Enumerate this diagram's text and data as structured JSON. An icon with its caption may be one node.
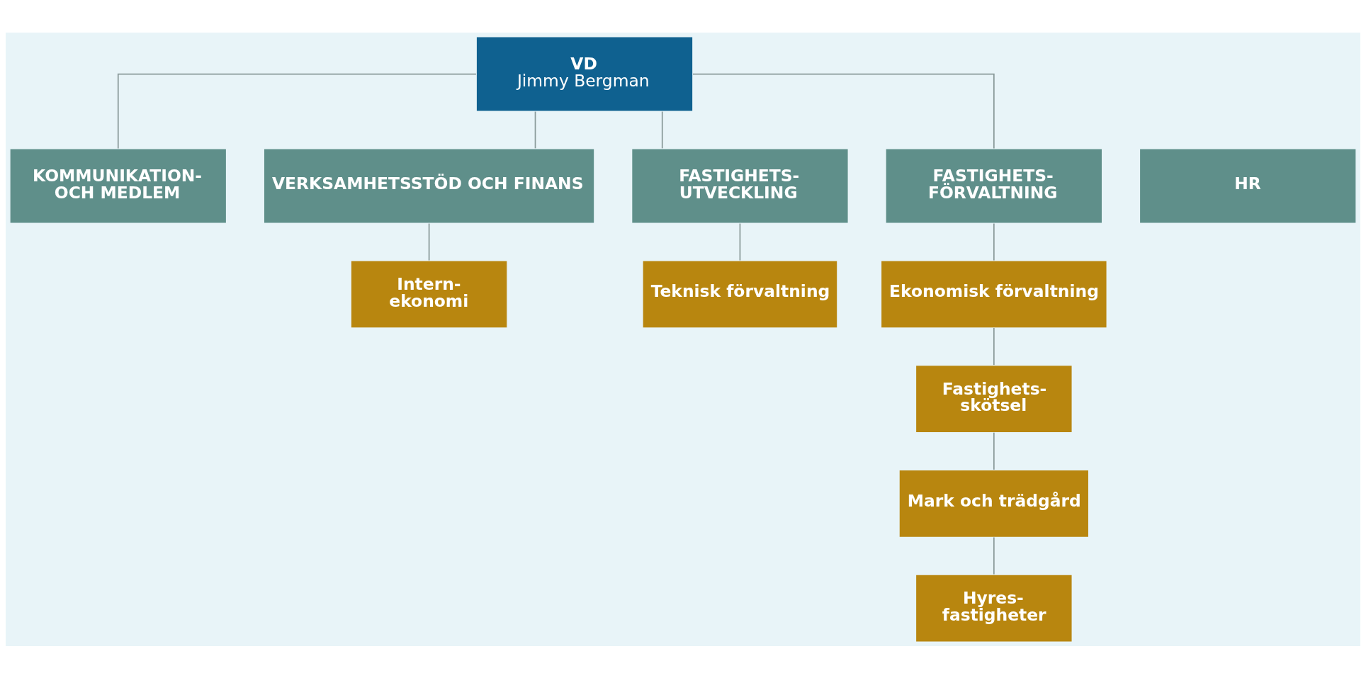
{
  "diagram": {
    "nodes": [
      {
        "text": [
          "VD",
          "Jimmy Bergman"
        ]
      },
      {
        "text": [
          "KOMMUNIKATION- OCH MEDLEM"
        ]
      },
      {
        "text": [
          "VERKSAMHETSSTÖD OCH FINANS"
        ]
      },
      {
        "text": [
          "FASTIGHETS- UTVECKLING"
        ]
      },
      {
        "text": [
          "HR"
        ]
      },
      {
        "text": [
          "FASTIGHETS- FÖRVALTNING"
        ]
      },
      {
        "text": [
          "Intern- ekonomi"
        ]
      },
      {
        "text": [
          "Teknisk förvaltning"
        ]
      },
      {
        "text": [
          "Ekonomisk förvaltning"
        ]
      },
      {
        "text": [
          "Fastighets- skötsel"
        ]
      },
      {
        "text": [
          "Mark och trädgård"
        ]
      },
      {
        "text": [
          "Hyres- fastigheter"
        ]
      }
    ],
    "edges": [
      {
        "from": 0,
        "to": 1,
        "arrow": "none"
      },
      {
        "from": 0,
        "to": 2,
        "arrow": "none"
      },
      {
        "from": 0,
        "to": 3,
        "arrow": "none"
      },
      {
        "from": 0,
        "to": 5,
        "arrow": "none"
      },
      {
        "from": 2,
        "to": 6,
        "arrow": "none"
      },
      {
        "from": 3,
        "to": 7,
        "arrow": "none"
      },
      {
        "from": 5,
        "to": 8,
        "arrow": "none"
      },
      {
        "from": 8,
        "to": 9,
        "arrow": "none"
      },
      {
        "from": 9,
        "to": 10,
        "arrow": "none"
      },
      {
        "from": 10,
        "to": 11,
        "arrow": "none"
      }
    ]
  }
}
